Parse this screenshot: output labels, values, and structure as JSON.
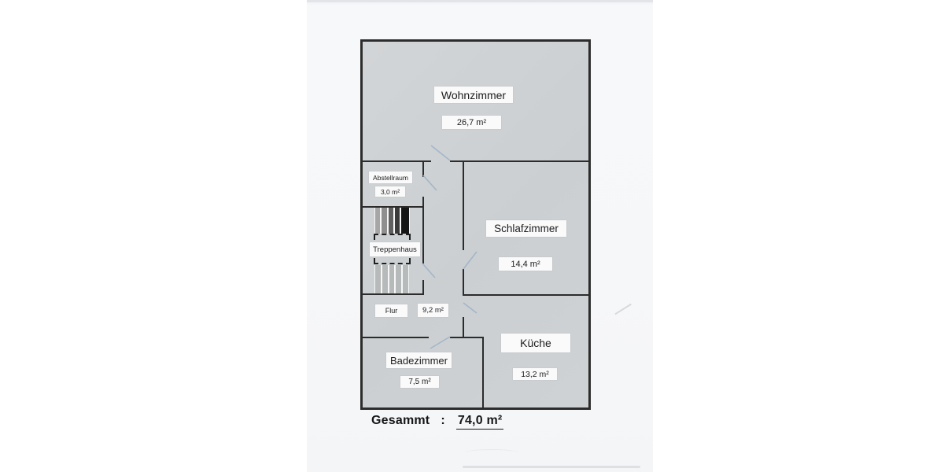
{
  "colors": {
    "wall": "#2c2c2c",
    "plan_fill": "#cdd0d3",
    "door_swing": "#a3b6c9",
    "label_bg": "#fafafa"
  },
  "rooms": {
    "wohnzimmer": {
      "name": "Wohnzimmer",
      "area": "26,7 m²"
    },
    "abstellraum": {
      "name": "Abstellraum",
      "area": "3,0 m²"
    },
    "treppenhaus": {
      "name": "Treppenhaus"
    },
    "schlafzimmer": {
      "name": "Schlafzimmer",
      "area": "14,4 m²"
    },
    "flur": {
      "name": "Flur",
      "area": "9,2 m²"
    },
    "badezimmer": {
      "name": "Badezimmer",
      "area": "7,5 m²"
    },
    "kueche": {
      "name": "Küche",
      "area": "13,2 m²"
    }
  },
  "total": {
    "label": "Gesammt",
    "separator": ":",
    "value": "74,0 m²"
  },
  "stairs": {
    "upper_flight_colors": [
      "#a6a6a6",
      "#8f8f8f",
      "#606060",
      "#3a3a3a",
      "#161616"
    ],
    "lower_flight_colors": [
      "#b7baba",
      "#b7baba",
      "#b7baba",
      "#b7baba",
      "#b7baba"
    ]
  }
}
